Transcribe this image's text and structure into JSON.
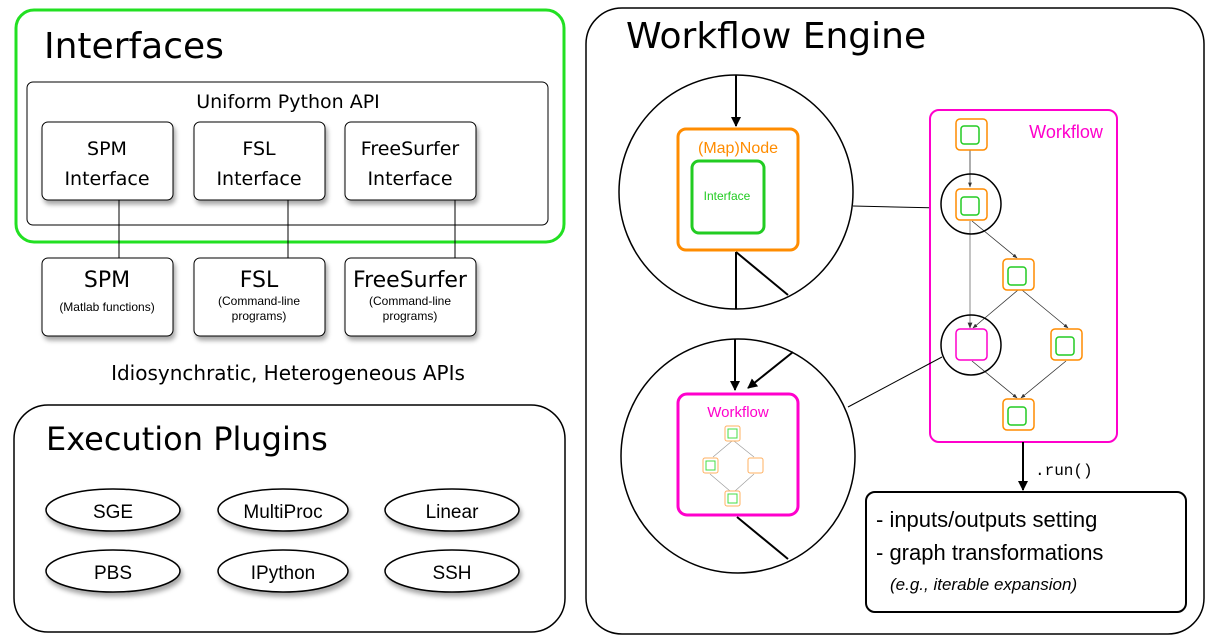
{
  "interfaces_panel": {
    "title": "Interfaces",
    "uniform_api_label": "Uniform Python API",
    "interface_boxes": [
      {
        "line1": "SPM",
        "line2": "Interface"
      },
      {
        "line1": "FSL",
        "line2": "Interface"
      },
      {
        "line1": "FreeSurfer",
        "line2": "Interface"
      }
    ],
    "tool_boxes": [
      {
        "name": "SPM",
        "desc1": "(Matlab functions)",
        "desc2": ""
      },
      {
        "name": "FSL",
        "desc1": "(Command-line",
        "desc2": "programs)"
      },
      {
        "name": "FreeSurfer",
        "desc1": "(Command-line",
        "desc2": "programs)"
      }
    ],
    "caption": "Idiosynchratic, Heterogeneous APIs",
    "border_color": "#22e022"
  },
  "plugins_panel": {
    "title": "Execution Plugins",
    "plugins": [
      "SGE",
      "MultiProc",
      "Linear",
      "PBS",
      "IPython",
      "SSH"
    ]
  },
  "engine_panel": {
    "title": "Workflow Engine",
    "mapnode_label": "(Map)Node",
    "interface_label": "Interface",
    "workflow_label": "Workflow",
    "nested_workflow_label": "Workflow",
    "run_label": ".run()",
    "run_box": {
      "line1": "- inputs/outputs setting",
      "line2": "- graph transformations",
      "line3": "(e.g., iterable expansion)"
    },
    "colors": {
      "node": "#ff8c00",
      "interface": "#22cc22",
      "workflow": "#ff00cc"
    }
  }
}
